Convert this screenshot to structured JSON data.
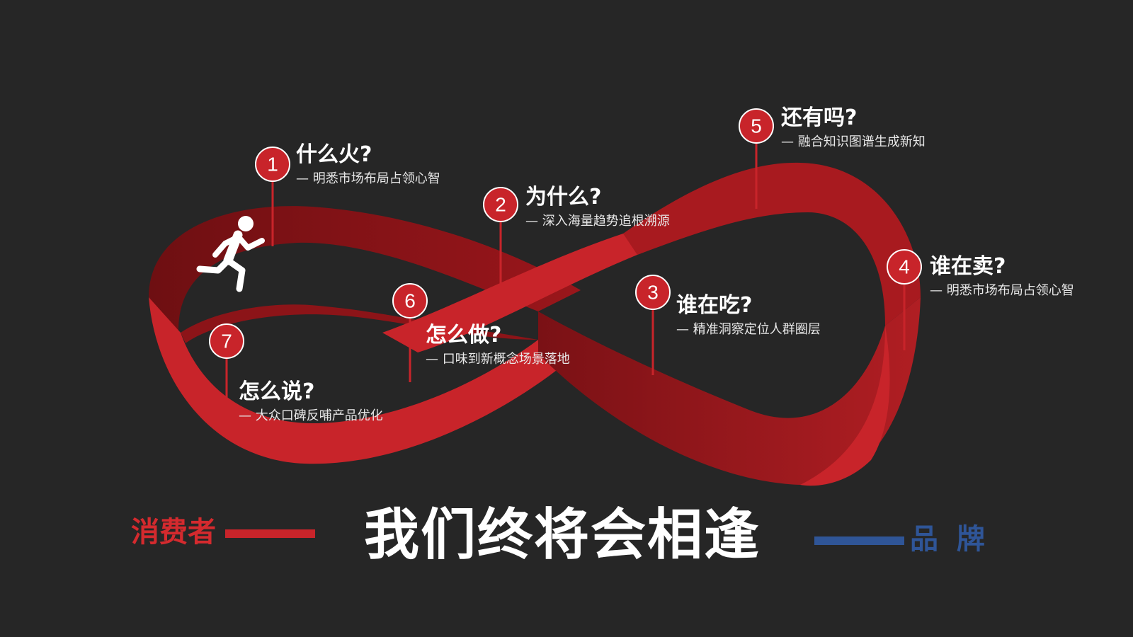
{
  "steps": [
    {
      "num": "1",
      "title": "什么火?",
      "subtitle": "— 明悉市场布局占领心智"
    },
    {
      "num": "2",
      "title": "为什么?",
      "subtitle": "— 深入海量趋势追根溯源"
    },
    {
      "num": "3",
      "title": "谁在吃?",
      "subtitle": "— 精准洞察定位人群圈层"
    },
    {
      "num": "4",
      "title": "谁在卖?",
      "subtitle": "— 明悉市场布局占领心智"
    },
    {
      "num": "5",
      "title": "还有吗?",
      "subtitle": "— 融合知识图谱生成新知"
    },
    {
      "num": "6",
      "title": "怎么做?",
      "subtitle": "— 口味到新概念场景落地"
    },
    {
      "num": "7",
      "title": "怎么说?",
      "subtitle": "— 大众口碑反哺产品优化"
    }
  ],
  "footer": {
    "left_label": "消费者",
    "title": "我们终将会相逢",
    "right_label": "品 牌"
  },
  "icons": {
    "runner": "running-person-icon"
  },
  "colors": {
    "background": "#262626",
    "ribbon_light": "#c8242a",
    "ribbon_dark": "#8c1418",
    "node": "#c8242a",
    "consumer": "#d42a2e",
    "brand": "#2f5597"
  }
}
